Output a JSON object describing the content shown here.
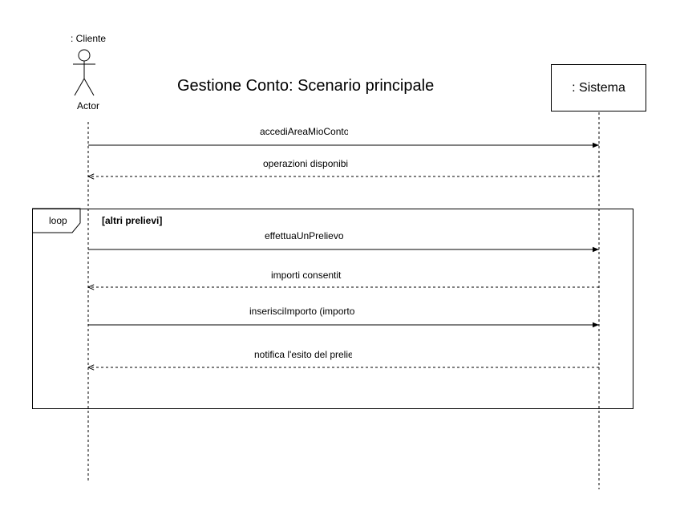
{
  "diagram": {
    "title": "Gestione Conto: Scenario principale",
    "actor": {
      "name": ": Cliente",
      "label": "Actor"
    },
    "system": {
      "name": ": Sistema"
    },
    "loop": {
      "operator": "loop",
      "guard": "[altri prelievi]"
    },
    "messages": [
      {
        "text": "accediAreaMioConto",
        "direction": "to-system",
        "style": "solid"
      },
      {
        "text": "operazioni disponibi",
        "direction": "to-actor",
        "style": "dashed"
      },
      {
        "text": "effettuaUnPrelievo",
        "direction": "to-system",
        "style": "solid"
      },
      {
        "text": "importi consentit",
        "direction": "to-actor",
        "style": "dashed"
      },
      {
        "text": "inserisciImporto (importo",
        "direction": "to-system",
        "style": "solid"
      },
      {
        "text": "notifica l'esito del preliev",
        "direction": "to-actor",
        "style": "dashed"
      }
    ]
  }
}
